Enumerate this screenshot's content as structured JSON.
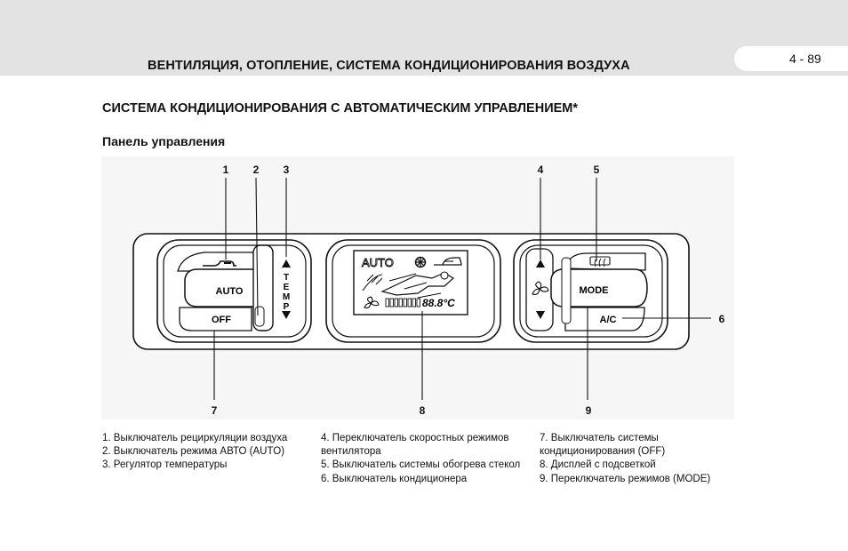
{
  "header": {
    "title": "ВЕНТИЛЯЦИЯ, ОТОПЛЕНИЕ, СИСТЕМА КОНДИЦИОНИРОВАНИЯ ВОЗДУХА",
    "page_number": "4 - 89"
  },
  "section_title": "СИСТЕМА КОНДИЦИОНИРОВАНИЯ С АВТОМАТИЧЕСКИМ УПРАВЛЕНИЕМ*",
  "subsection_title": "Панель управления",
  "panel": {
    "auto_button": "AUTO",
    "off_button": "OFF",
    "temp_letters": [
      "T",
      "E",
      "M",
      "P"
    ],
    "mode_button": "MODE",
    "ac_button": "A/C",
    "display_auto": "AUTO",
    "display_temp": "88.8°C"
  },
  "callouts": [
    "1",
    "2",
    "3",
    "4",
    "5",
    "6",
    "7",
    "8",
    "9"
  ],
  "legend": {
    "col1": [
      "1. Выключатель рециркуляции воздуха",
      "2. Выключатель режима АВТО (AUTO)",
      "3. Регулятор температуры"
    ],
    "col2": [
      "4. Переключатель скоростных режимов вентилятора",
      "5. Выключатель системы обогрева стекол",
      "6. Выключатель кондиционера"
    ],
    "col3": [
      "7. Выключатель системы кондиционирования (OFF)",
      "8. Дисплей с подсветкой",
      "9. Переключатель режимов (MODE)"
    ]
  }
}
